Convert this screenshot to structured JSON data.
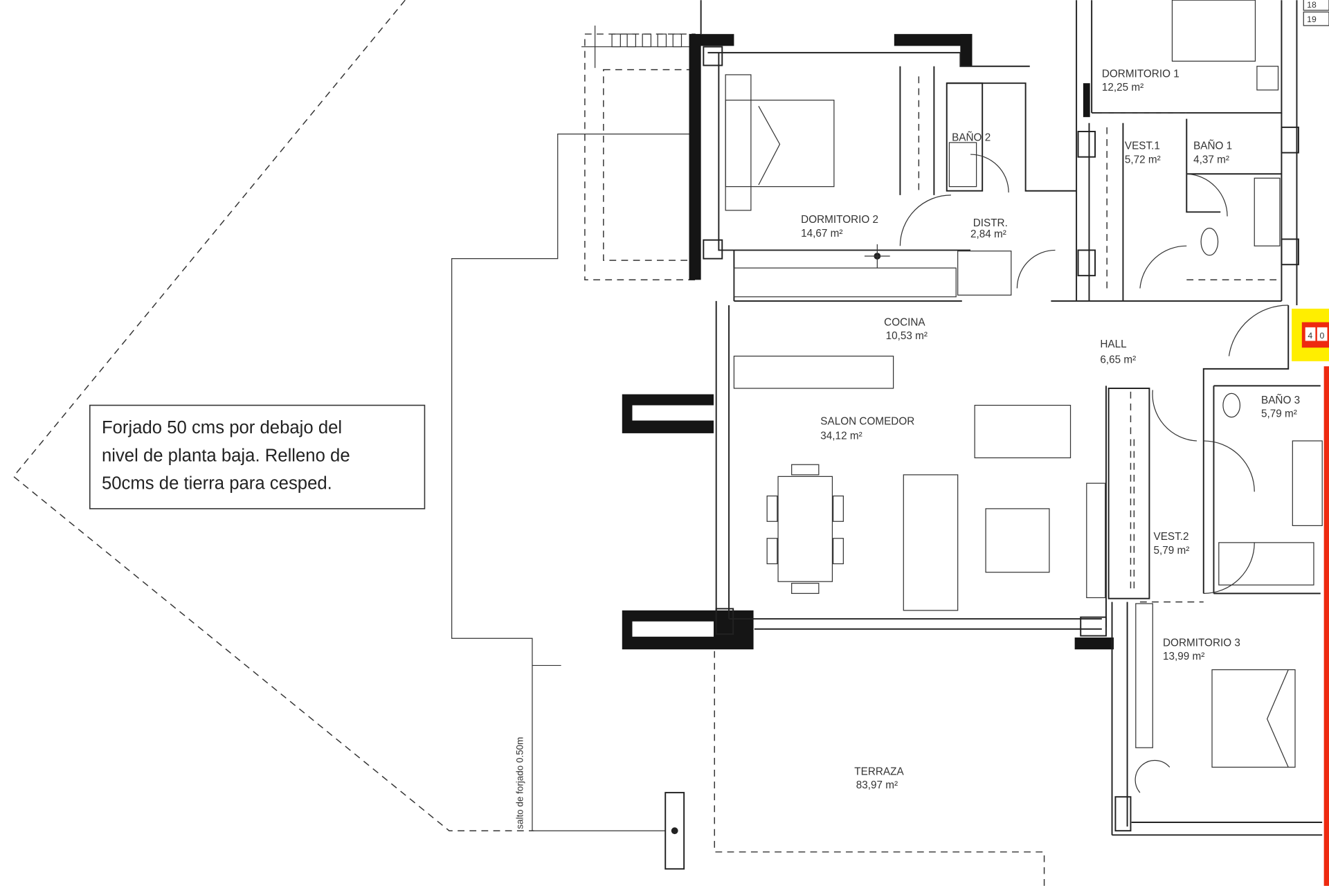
{
  "rooms": [
    {
      "name": "DORMITORIO 1",
      "area": "12,25 m²"
    },
    {
      "name": "DORMITORIO 2",
      "area": "14,67 m²"
    },
    {
      "name": "BAÑO 2"
    },
    {
      "name": "DISTR.",
      "area": "2,84 m²"
    },
    {
      "name": "VEST.1",
      "area": "5,72 m²"
    },
    {
      "name": "BAÑO 1",
      "area": "4,37 m²"
    },
    {
      "name": "COCINA",
      "area": "10,53 m²"
    },
    {
      "name": "HALL",
      "area": "6,65 m²"
    },
    {
      "name": "SALON COMEDOR",
      "area": "34,12 m²"
    },
    {
      "name": "BAÑO 3",
      "area": "5,79 m²"
    },
    {
      "name": "VEST.2",
      "area": "5,79 m²"
    },
    {
      "name": "DORMITORIO 3",
      "area": "13,99 m²"
    },
    {
      "name": "TERRAZA",
      "area": "83,97 m²"
    }
  ],
  "note": {
    "line1": "Forjado 50 cms por debajo del",
    "line2": "nivel de planta baja. Relleno de",
    "line3": "50cms de tierra para cesped."
  },
  "vertical_label": "salto de forjado 0.50m",
  "marker": {
    "text1": "4",
    "text2": "0"
  },
  "stair_numbers": [
    "18",
    "19"
  ],
  "colors": {
    "highlight": "#ffee00",
    "marker_red": "#ee2a10",
    "walls": "#151515"
  }
}
